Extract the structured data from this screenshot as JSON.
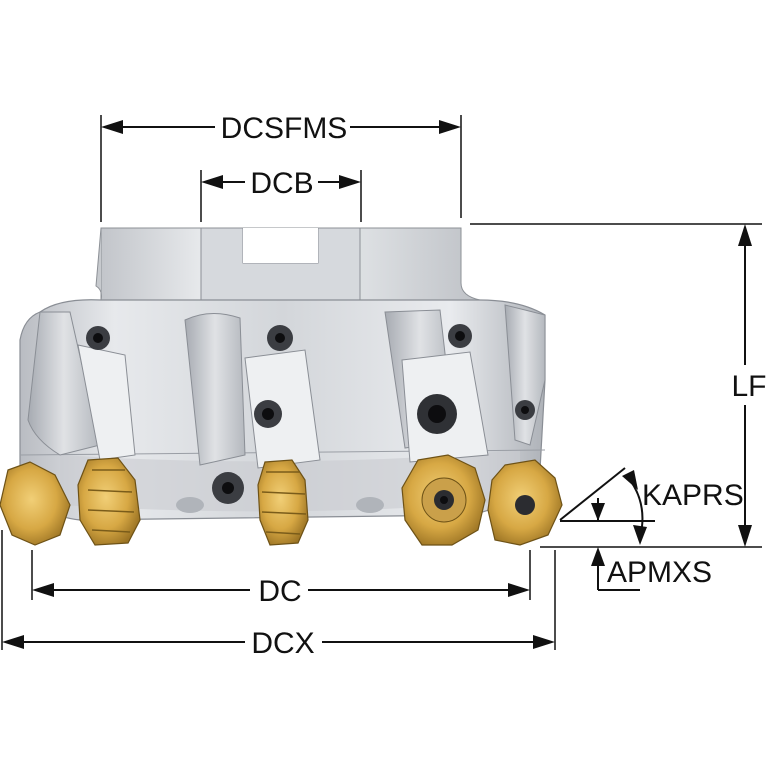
{
  "diagram": {
    "labels": {
      "dcsfms": "DCSFMS",
      "dcb": "DCB",
      "lf": "LF",
      "kaprs": "KAPRS",
      "apmxs": "APMXS",
      "dc": "DC",
      "dcx": "DCX"
    },
    "colors": {
      "body_light": "#e4e6e9",
      "body_mid": "#c9ccd1",
      "body_dark": "#9da1a8",
      "insert_gold": "#d9ad4a",
      "insert_dark": "#8a6a1e",
      "line": "#111111"
    }
  }
}
